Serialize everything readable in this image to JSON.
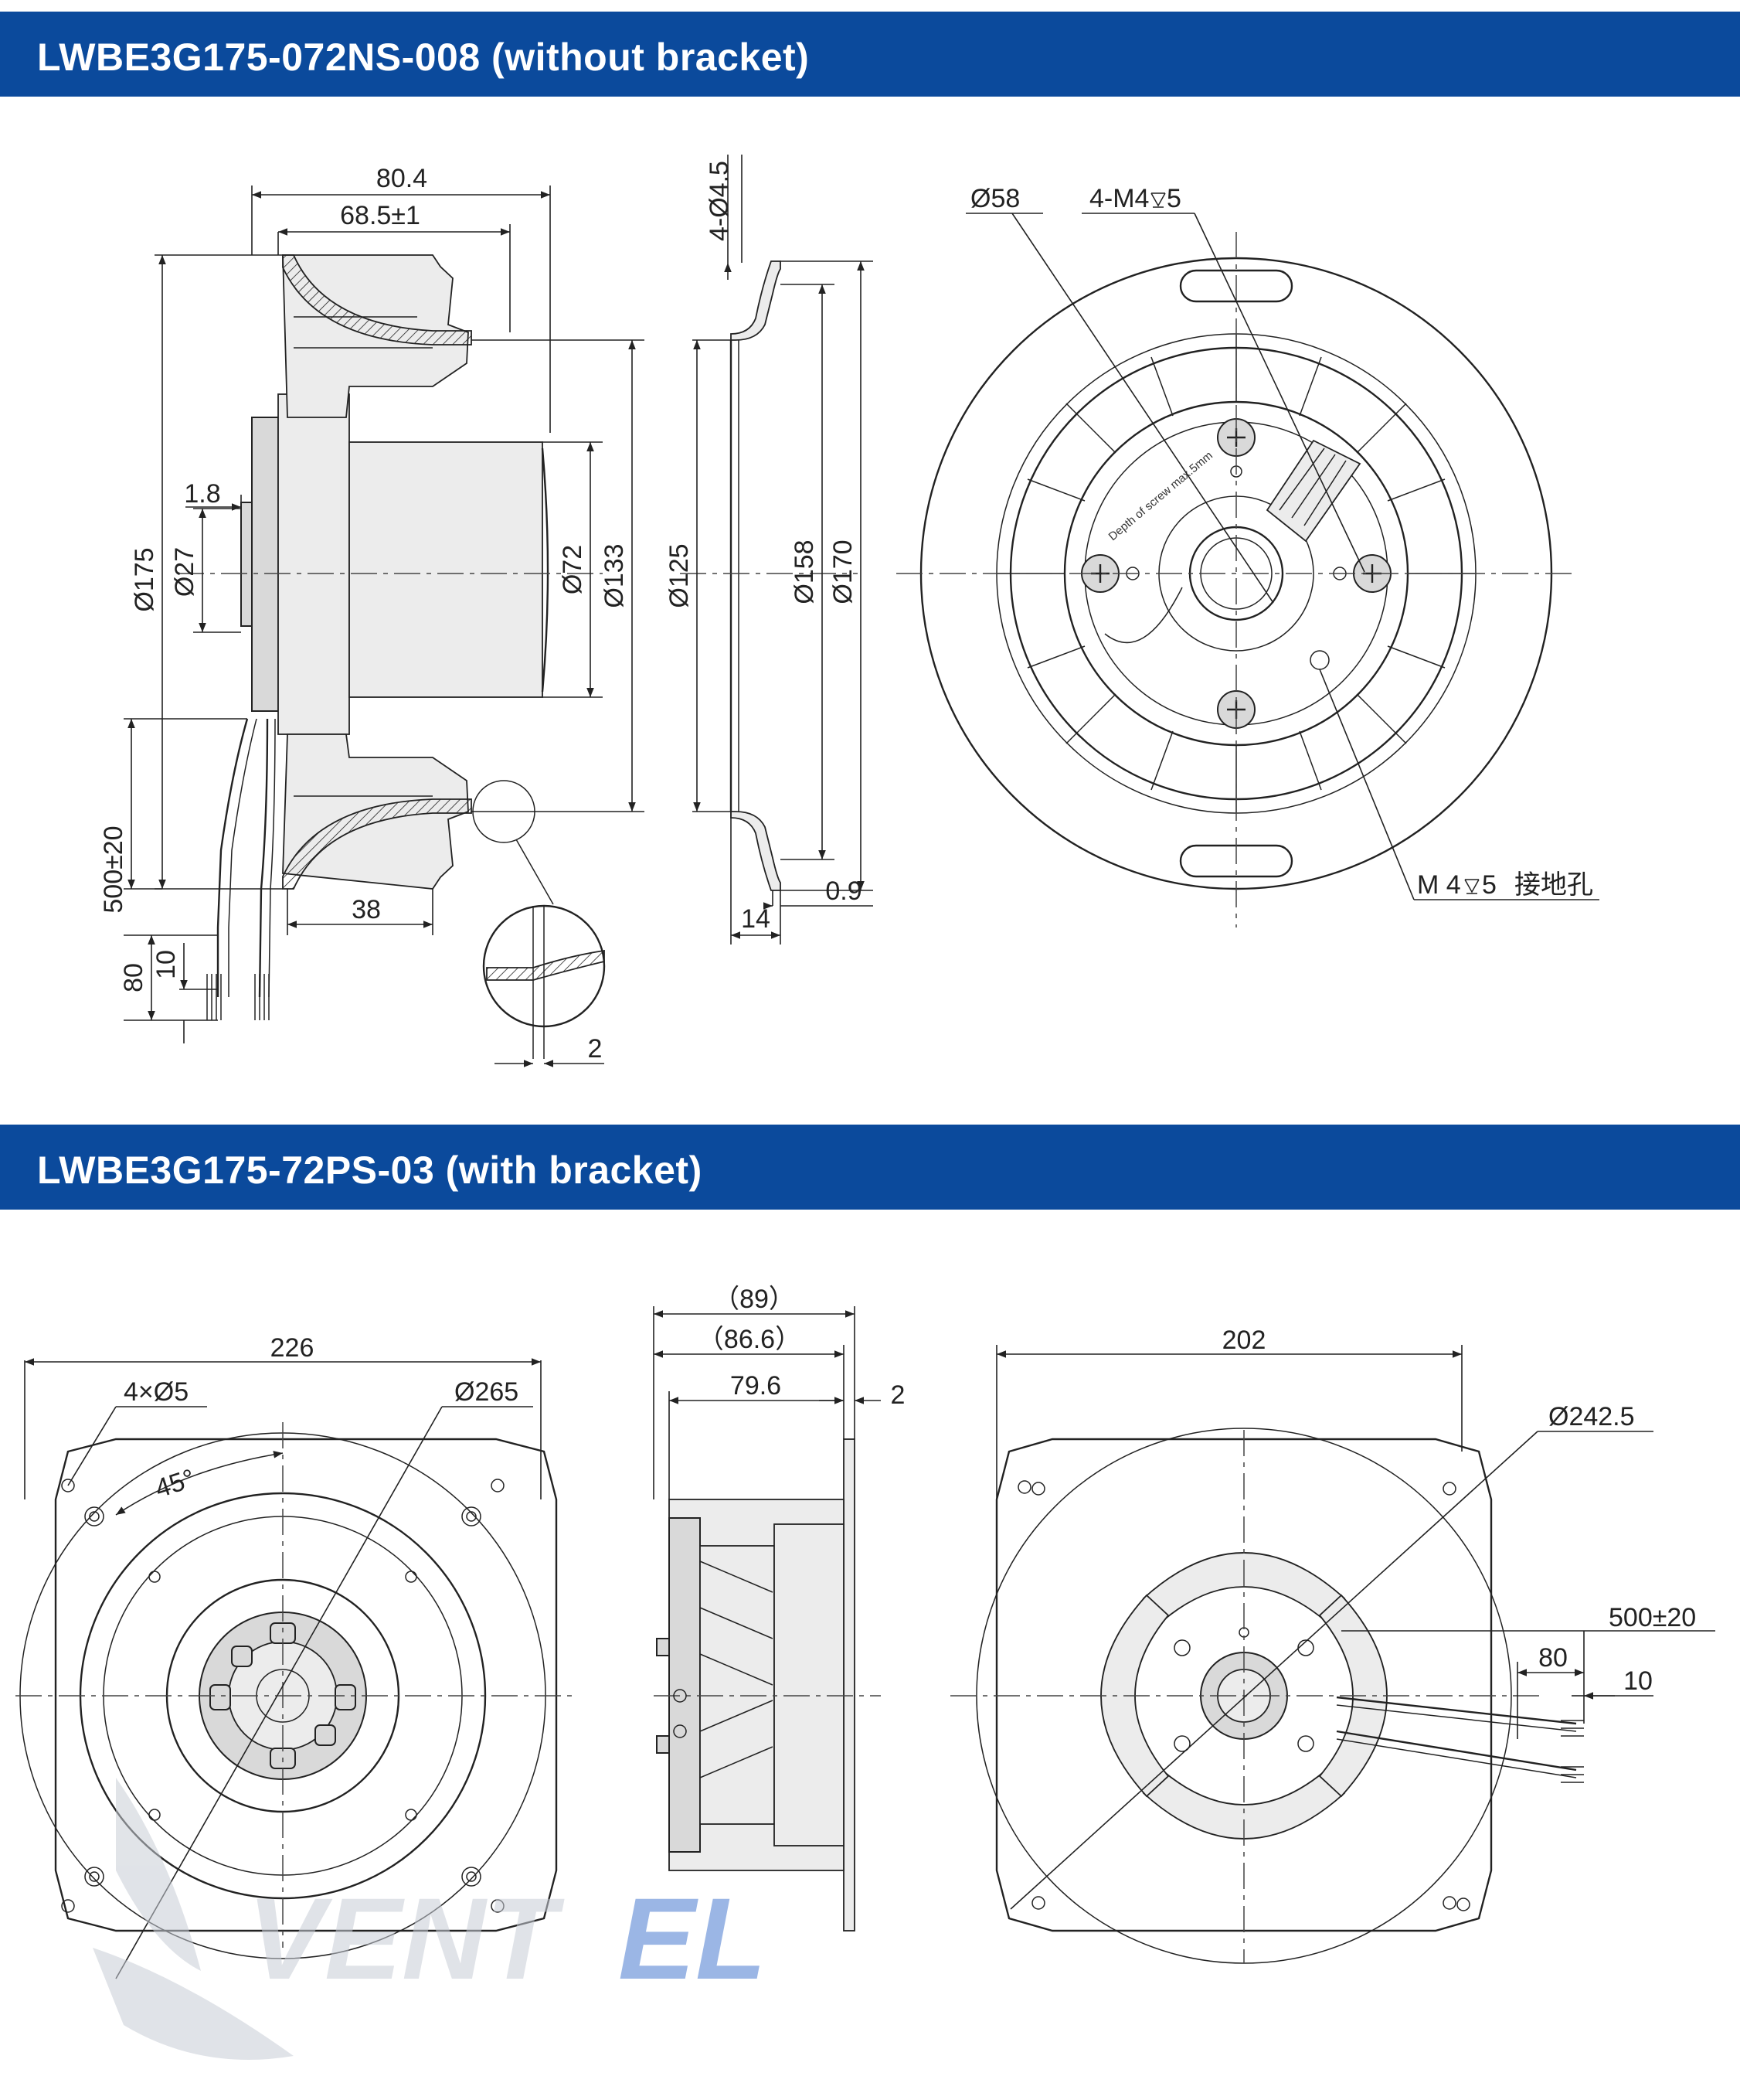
{
  "section1": {
    "title": "LWBE3G175-072NS-008 (without bracket)",
    "dims": {
      "overall_length": "80.4",
      "rotor_length": "68.5±1",
      "flange_hole": "4-Ø4.5",
      "shaft_step": "1.8",
      "hub_dia": "Ø27",
      "outer_dia": "Ø175",
      "motor_dia": "Ø72",
      "inlet_dia": "Ø133",
      "ring_inner": "Ø125",
      "ring_mid": "Ø158",
      "ring_outer": "Ø170",
      "cable_length": "500±20",
      "cable_offset": "38",
      "strip_80": "80",
      "strip_10": "10",
      "wall_thickness": "2",
      "ring_depth": "14",
      "ring_sheet": "0.9",
      "bolt_circle": "Ø58",
      "mount_screws": "4-M4",
      "mount_depth": "5",
      "ground_screw": "M 4",
      "ground_depth": "5",
      "ground_label": "接地孔",
      "label_depth_text": "Depth of screw max.5mm"
    }
  },
  "section2": {
    "title": "LWBE3G175-72PS-03 (with bracket)",
    "dims": {
      "plate_width": "226",
      "plate_holes": "4×Ø5",
      "hole_circle": "Ø265",
      "angle": "45°",
      "depth_total": "（89）",
      "depth_ref": "（86.6）",
      "depth_body": "79.6",
      "plate_thick": "2",
      "bracket_width": "202",
      "bracket_circle": "Ø242.5",
      "cable_length": "500±20",
      "strip_80": "80",
      "strip_10": "10"
    }
  },
  "watermark": {
    "text_grey": "VENT",
    "text_blue": "EL",
    "color_grey": "#c8cdd6",
    "color_blue": "#4a7bd0"
  },
  "colors": {
    "banner": "#0b4a9c",
    "banner_text": "#ffffff",
    "line": "#222222"
  }
}
